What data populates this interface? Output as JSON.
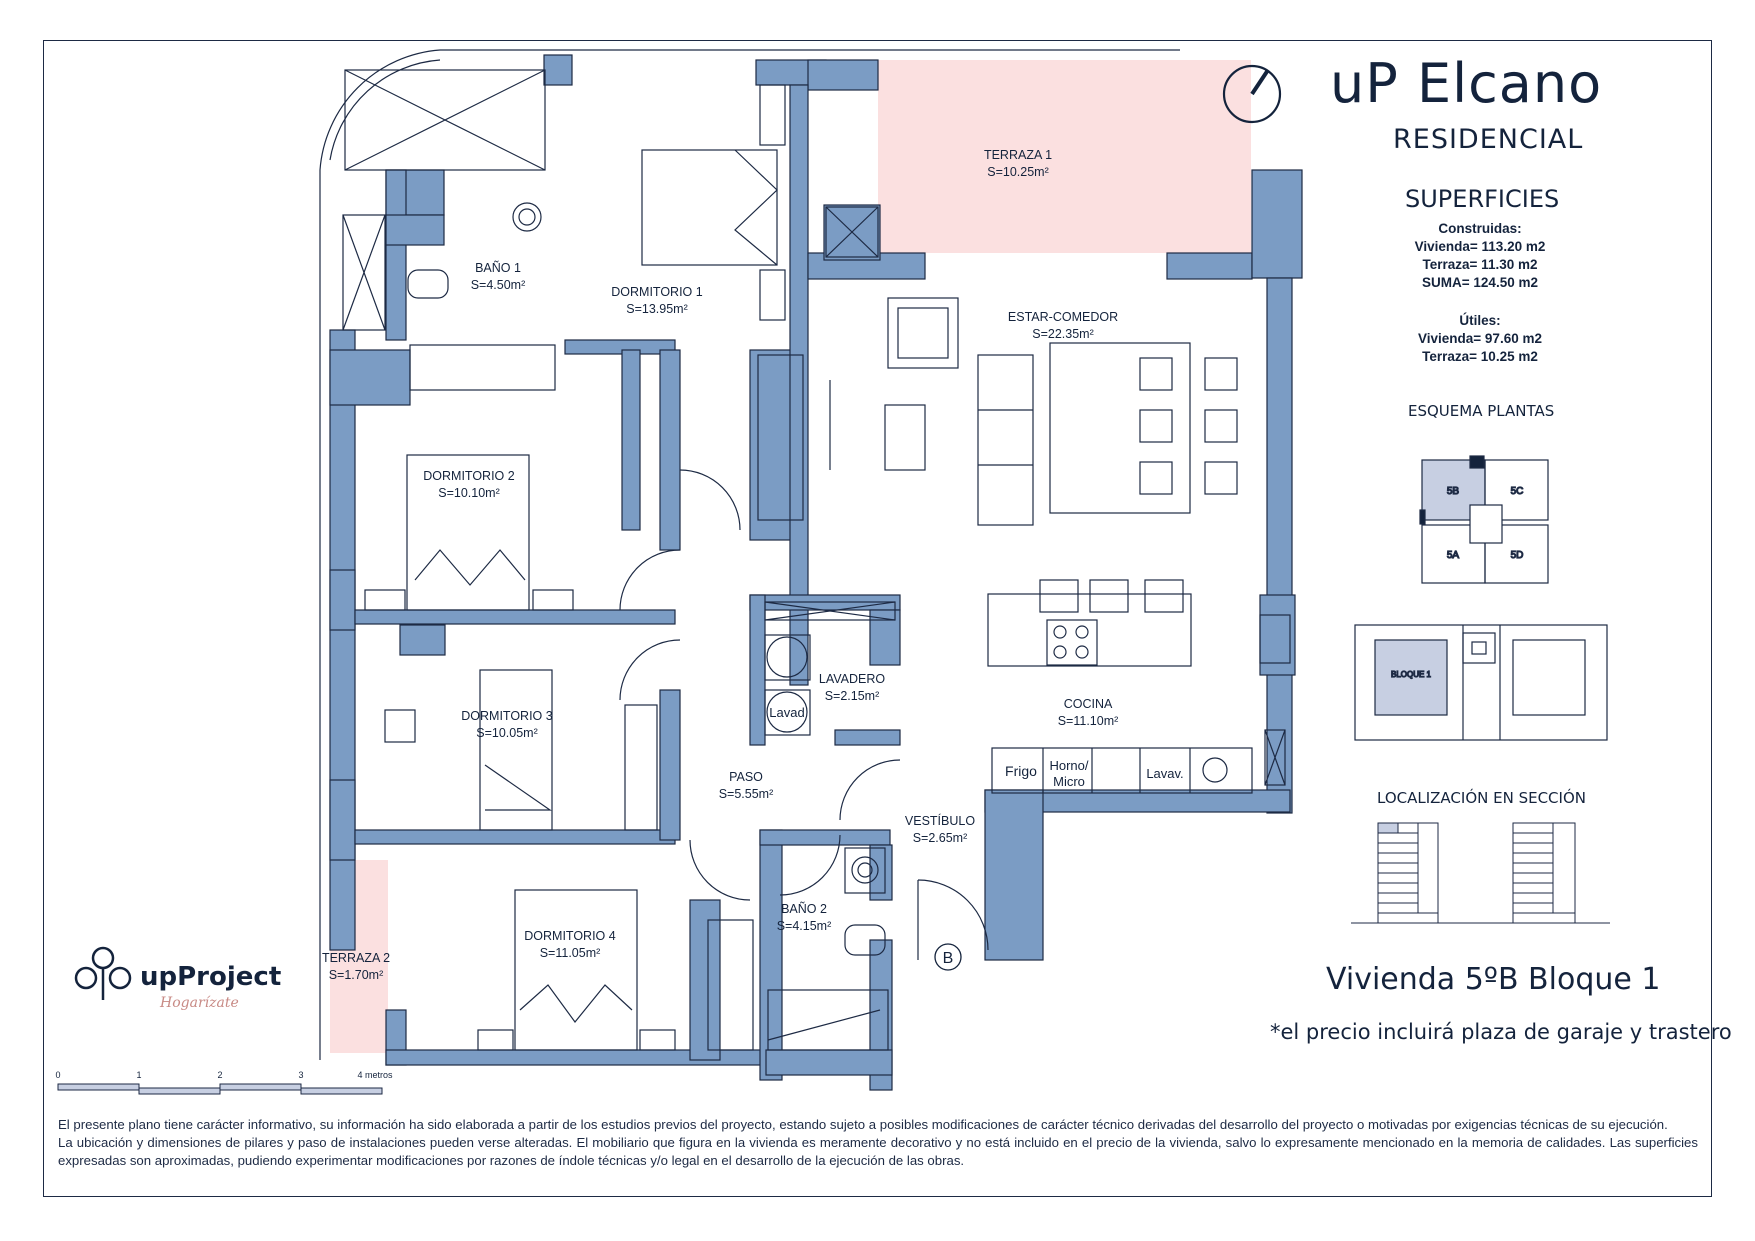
{
  "brand": {
    "title": "uP Elcano",
    "subtitle": "RESIDENCIAL"
  },
  "superficies": {
    "title": "SUPERFICIES",
    "construidas_heading": "Construidas:",
    "construidas": [
      "Vivienda= 113.20 m2",
      "Terraza= 11.30 m2",
      "SUMA= 124.50 m2"
    ],
    "utiles_heading": "Útiles:",
    "utiles": [
      "Vivienda= 97.60 m2",
      "Terraza= 10.25 m2"
    ]
  },
  "esquema_plantas": {
    "title": "ESQUEMA PLANTAS",
    "units": [
      "5B",
      "5C",
      "5A",
      "5D"
    ],
    "bloque_label": "BLOQUE 1"
  },
  "localizacion": {
    "title": "LOCALIZACIÓN EN SECCIÓN"
  },
  "vivienda": {
    "label": "Vivienda 5ºB   Bloque 1"
  },
  "precio_note": "*el precio incluirá plaza de garaje y trastero",
  "logo": {
    "name": "upProject",
    "tagline": "Hogarízate"
  },
  "entrance_marker": "B",
  "scale": {
    "ticks": [
      "0",
      "1",
      "2",
      "3",
      "4 metros"
    ]
  },
  "rooms": [
    {
      "id": "terraza-1",
      "name": "TERRAZA 1",
      "area": "S=10.25m²"
    },
    {
      "id": "bano-1",
      "name": "BAÑO 1",
      "area": "S=4.50m²"
    },
    {
      "id": "dormitorio-1",
      "name": "DORMITORIO 1",
      "area": "S=13.95m²"
    },
    {
      "id": "estar-comedor",
      "name": "ESTAR-COMEDOR",
      "area": "S=22.35m²"
    },
    {
      "id": "dormitorio-2",
      "name": "DORMITORIO 2",
      "area": "S=10.10m²"
    },
    {
      "id": "dormitorio-3",
      "name": "DORMITORIO 3",
      "area": "S=10.05m²"
    },
    {
      "id": "lavadero",
      "name": "LAVADERO",
      "area": "S=2.15m²"
    },
    {
      "id": "cocina",
      "name": "COCINA",
      "area": "S=11.10m²"
    },
    {
      "id": "paso",
      "name": "PASO",
      "area": "S=5.55m²"
    },
    {
      "id": "vestibulo",
      "name": "VESTÍBULO",
      "area": "S=2.65m²"
    },
    {
      "id": "bano-2",
      "name": "BAÑO 2",
      "area": "S=4.15m²"
    },
    {
      "id": "dormitorio-4",
      "name": "DORMITORIO 4",
      "area": "S=11.05m²"
    },
    {
      "id": "terraza-2",
      "name": "TERRAZA 2",
      "area": "S=1.70m²"
    }
  ],
  "appliances": {
    "frigo": "Frigo",
    "horno": "Horno/",
    "micro": "Micro",
    "lavav": "Lavav.",
    "lavad": "Lavad"
  },
  "disclaimer": [
    "El presente plano tiene carácter informativo, su información ha sido elaborada a partir de los estudios previos del proyecto, estando sujeto a posibles modificaciones de carácter técnico derivadas del desarrollo del proyecto o motivadas por exigencias técnicas de su ejecución.",
    "La ubicación y dimensiones de pilares y paso de instalaciones pueden verse alteradas. El mobiliario que figura en la vivienda es meramente decorativo y no está incluido en el precio de la vivienda, salvo lo expresamente mencionado en la memoria de calidades. Las superficies expresadas son aproximadas, pudiendo experimentar modificaciones por razones de índole técnicas y/o legal en el desarrollo de la ejecución de las obras."
  ],
  "colors": {
    "wall": "#7b9cc4",
    "wall_stroke": "#1d2a44",
    "terrace": "#fbe0e0",
    "highlight": "#c7cfe2",
    "ink": "#14233c"
  }
}
